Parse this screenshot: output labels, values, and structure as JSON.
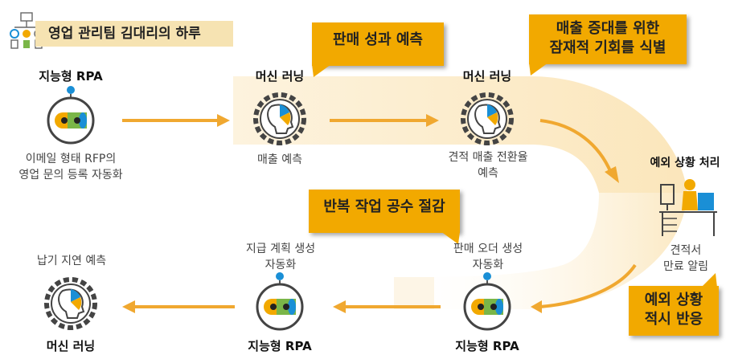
{
  "title": "영업 관리팀 김대리의 하루",
  "callouts": {
    "sales_forecast": "판매 성과 예측",
    "opportunity_line1": "매출 증대를 위한",
    "opportunity_line2": "잠재적 기회를 식별",
    "repetitive": "반복 작업 공수 절감",
    "exception_line1": "예외 상황",
    "exception_line2": "적시 반응"
  },
  "nodes": {
    "rpa_email": {
      "type": "지능형 RPA",
      "desc_line1": "이메일 형태 RFP의",
      "desc_line2": "영업 문의 등록 자동화"
    },
    "ml_sales": {
      "type": "머신 러닝",
      "desc": "매출 예측"
    },
    "ml_quote": {
      "type": "머신 러닝",
      "desc_line1": "견적 매출 전환율",
      "desc_line2": "예측"
    },
    "exception": {
      "type": "예외 상황 처리",
      "desc_line1": "견적서",
      "desc_line2": "만료 알림"
    },
    "rpa_order": {
      "type": "지능형 RPA",
      "desc_line1": "판매 오더 생성",
      "desc_line2": "자동화"
    },
    "rpa_payment": {
      "type": "지능형 RPA",
      "desc_line1": "지급 계획 생성",
      "desc_line2": "자동화"
    },
    "ml_delay": {
      "type": "머신 러닝",
      "desc": "납기 지연 예측"
    }
  },
  "icons": [
    "org-chart-icon",
    "rpa-robot-icon",
    "ml-head-gear-icon",
    "person-at-desk-icon"
  ],
  "colors": {
    "accent": "#f2a900",
    "arrow": "#f0a830",
    "band": "#fbe9c4",
    "title_bg": "#f6e3b2",
    "blue": "#1a8fd6",
    "green": "#7ab648"
  }
}
